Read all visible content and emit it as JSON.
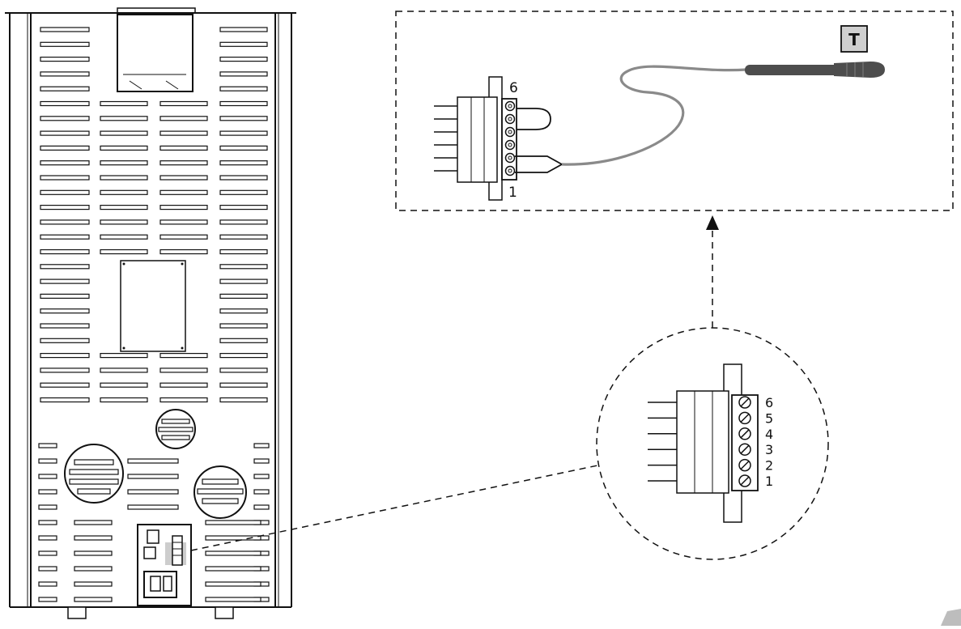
{
  "zoom_connector": {
    "pin_numbers": [
      "6",
      "5",
      "4",
      "3",
      "2",
      "1"
    ]
  },
  "detail_connector": {
    "top_pin": "6",
    "bottom_pin": "1"
  },
  "sensor": {
    "badge_letter": "T"
  },
  "colors": {
    "line": "#111111",
    "cable": "#8a8a8a",
    "probe": "#4d4d4d",
    "badge_fill": "#cfcfcf",
    "highlight": "#b8b8b8"
  }
}
